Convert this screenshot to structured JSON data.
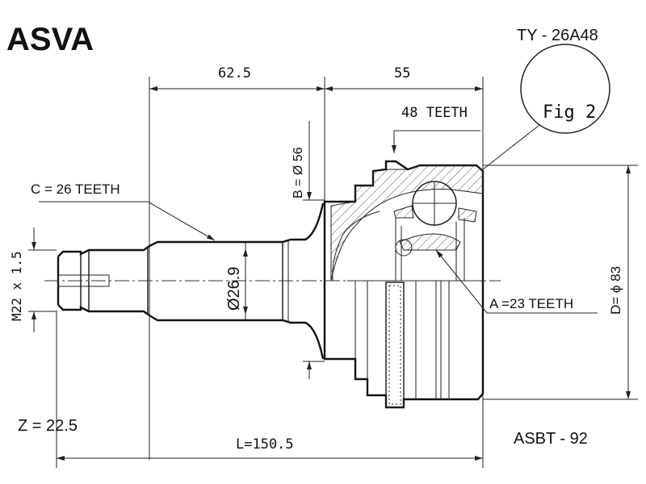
{
  "brand": "ASVA",
  "part_number": "TY - 26A48",
  "code": "ASBT - 92",
  "fig_label": "Fig 2",
  "dimensions": {
    "top_left": "62.5",
    "top_right": "55",
    "length": "L=150.5",
    "diameter_outer": "D= ϕ 83",
    "diameter_b": "B = Ø 56",
    "shaft_diameter": "Ø26.9",
    "thread": "M22 x 1.5"
  },
  "annotations": {
    "abs_teeth": "48 TEETH",
    "c_teeth": "C = 26 TEETH",
    "a_teeth": "A =23 TEETH",
    "z": "Z = 22.5"
  }
}
